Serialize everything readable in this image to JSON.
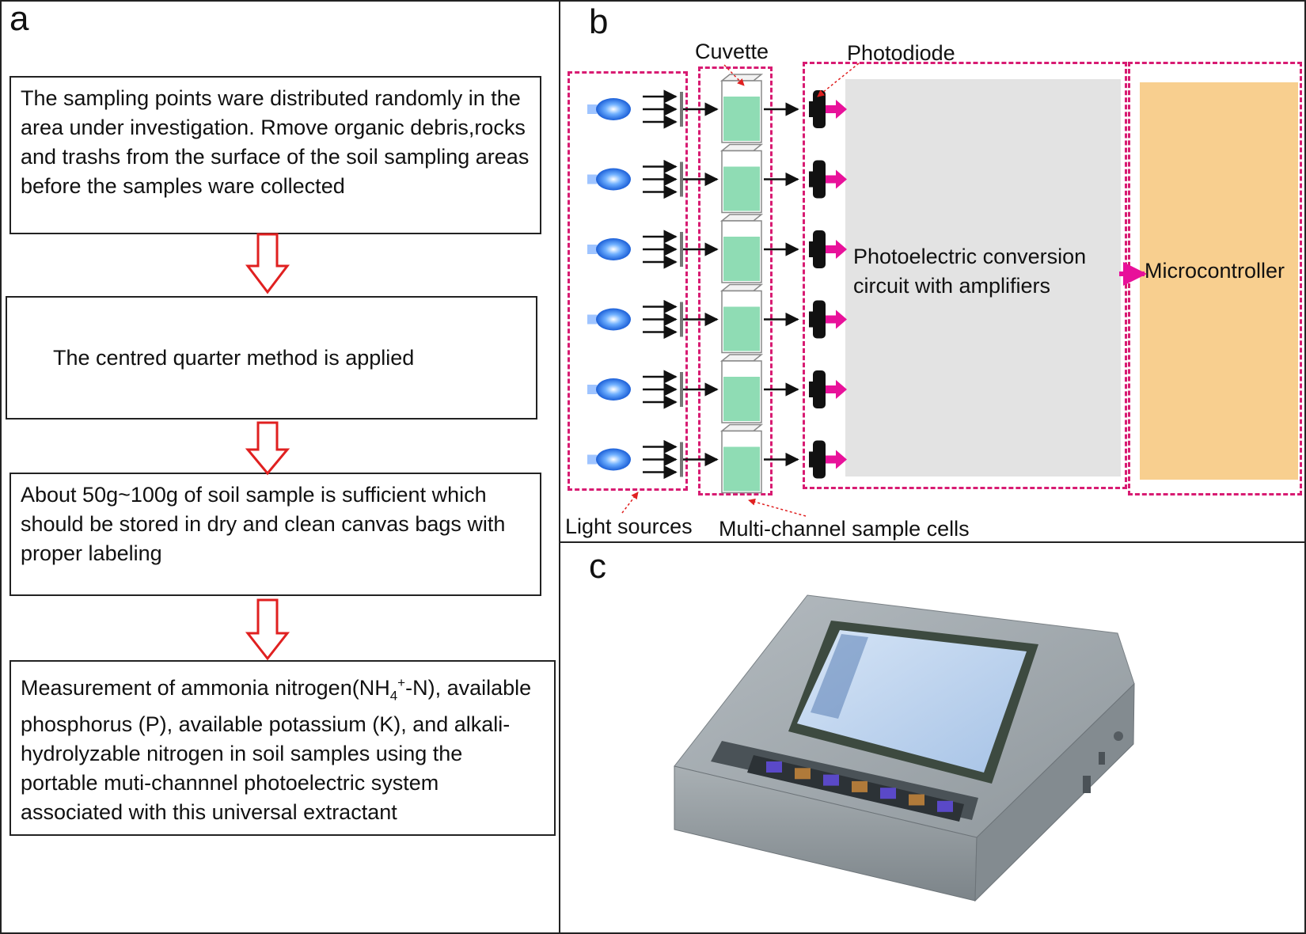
{
  "panels": {
    "a": "a",
    "b": "b",
    "c": "c"
  },
  "flowchart": {
    "steps": [
      "The sampling points ware distributed randomly in the area under investigation. Rmove organic debris,rocks and trashs from the surface of the soil sampling areas before the samples ware collected",
      "The centred quarter method is applied",
      "About 50g~100g of soil sample is sufficient which should be stored in dry and clean canvas bags with proper labeling"
    ],
    "last_step": {
      "lead": "Measurement of ammonia nitrogen(NH",
      "sub": "4",
      "sup": "+",
      "rest": "-N), available phosphorus (P), available potassium (K), and alkali-hydrolyzable nitrogen in soil samples using the portable muti-channnel photoelectric system associated with this universal extractant"
    },
    "arrow_color": "#e02020"
  },
  "schematic": {
    "labels": {
      "cuvette": "Cuvette",
      "photodiode": "Photodiode",
      "light_sources": "Light sources",
      "sample_cells": "Multi-channel sample cells",
      "circuit": "Photoelectric conversion circuit with amplifiers",
      "microcontroller": "Microcontroller"
    },
    "channels": 6,
    "colors": {
      "dashed": "#d81b72",
      "circuit_fill": "#e3e3e3",
      "microcontroller_fill": "#f8cf8f",
      "led": "#2a72e8",
      "liquid": "#8fdcb4",
      "photodiode_arrow": "#e8119a"
    }
  },
  "device": {
    "colors": {
      "body": "#9aa2a8",
      "screen": "#b9d2f0",
      "bezel": "#3d4a40"
    }
  }
}
